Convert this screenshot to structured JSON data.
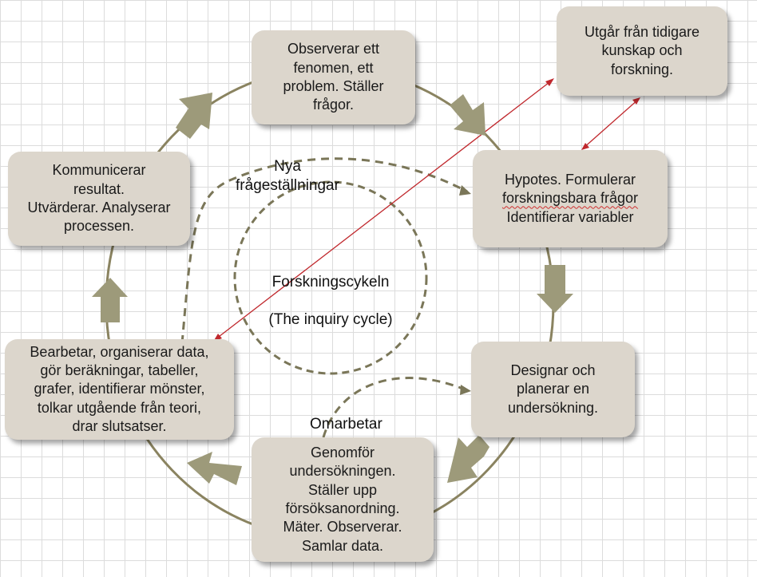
{
  "title": "Forskningscykeln",
  "subtitle": "(The inquiry cycle)",
  "colors": {
    "box_fill": "#dcd6cc",
    "arrow_fill": "#9d9a7a",
    "cycle_line": "#8a8360",
    "dashed": "#7a7658",
    "red_connector": "#c0282d"
  },
  "steps": [
    {
      "id": "observe",
      "text": "Observerar ett\nfenomen, ett\nproblem. Ställer\nfrågor."
    },
    {
      "id": "hypothesis",
      "lines": [
        "Hypotes. Formulerar",
        "forskningsbara frågor",
        "Identifierar variabler"
      ]
    },
    {
      "id": "design",
      "text": "Designar och\nplanerar en\nundersökning."
    },
    {
      "id": "conduct",
      "text": "Genomför\nundersökningen.\nStäller upp\nförsöksanordning.\nMäter. Observerar.\nSamlar data."
    },
    {
      "id": "process",
      "text": "Bearbetar, organiserar data,\ngör beräkningar, tabeller,\ngrafer, identifierar mönster,\ntolkar utgående från teori,\ndrar slutsatser."
    },
    {
      "id": "communicate",
      "text": "Kommunicerar\nresultat.\nUtvärderar. Analyserar\nprocessen."
    }
  ],
  "prior_knowledge": "Utgår från tidigare\nkunskap och\nforskning.",
  "labels": {
    "new_questions": "Nya\nfrågeställningar",
    "rework": "Omarbetar"
  }
}
